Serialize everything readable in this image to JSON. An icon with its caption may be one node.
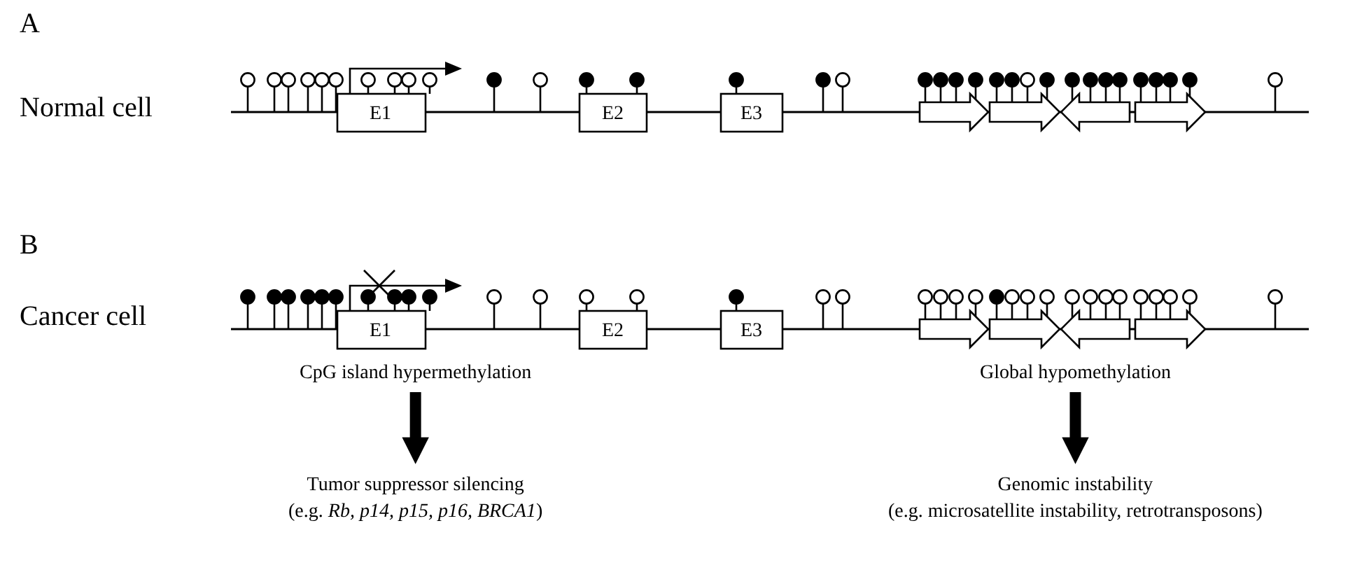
{
  "diagram": {
    "nodes": [
      {
        "text": [
          "CpG island hypermethylation"
        ]
      },
      {
        "text": [
          "Tumor suppressor silencing",
          "(e.g. *Rb, p14, p15, p16, BRCA1*)"
        ]
      },
      {
        "text": [
          "Global hypomethylation"
        ]
      },
      {
        "text": [
          "Genomic instability",
          "(e.g. microsatellite instability, retrotransposons)"
        ]
      }
    ],
    "edges": [
      {
        "from": 0,
        "to": 1,
        "arrow": "to"
      },
      {
        "from": 2,
        "to": 3,
        "arrow": "to"
      }
    ],
    "labels": [
      "A",
      "Normal cell",
      "E1",
      "E2",
      "E3",
      "B",
      "Cancer cell",
      "E1",
      "E2",
      "E3"
    ]
  }
}
